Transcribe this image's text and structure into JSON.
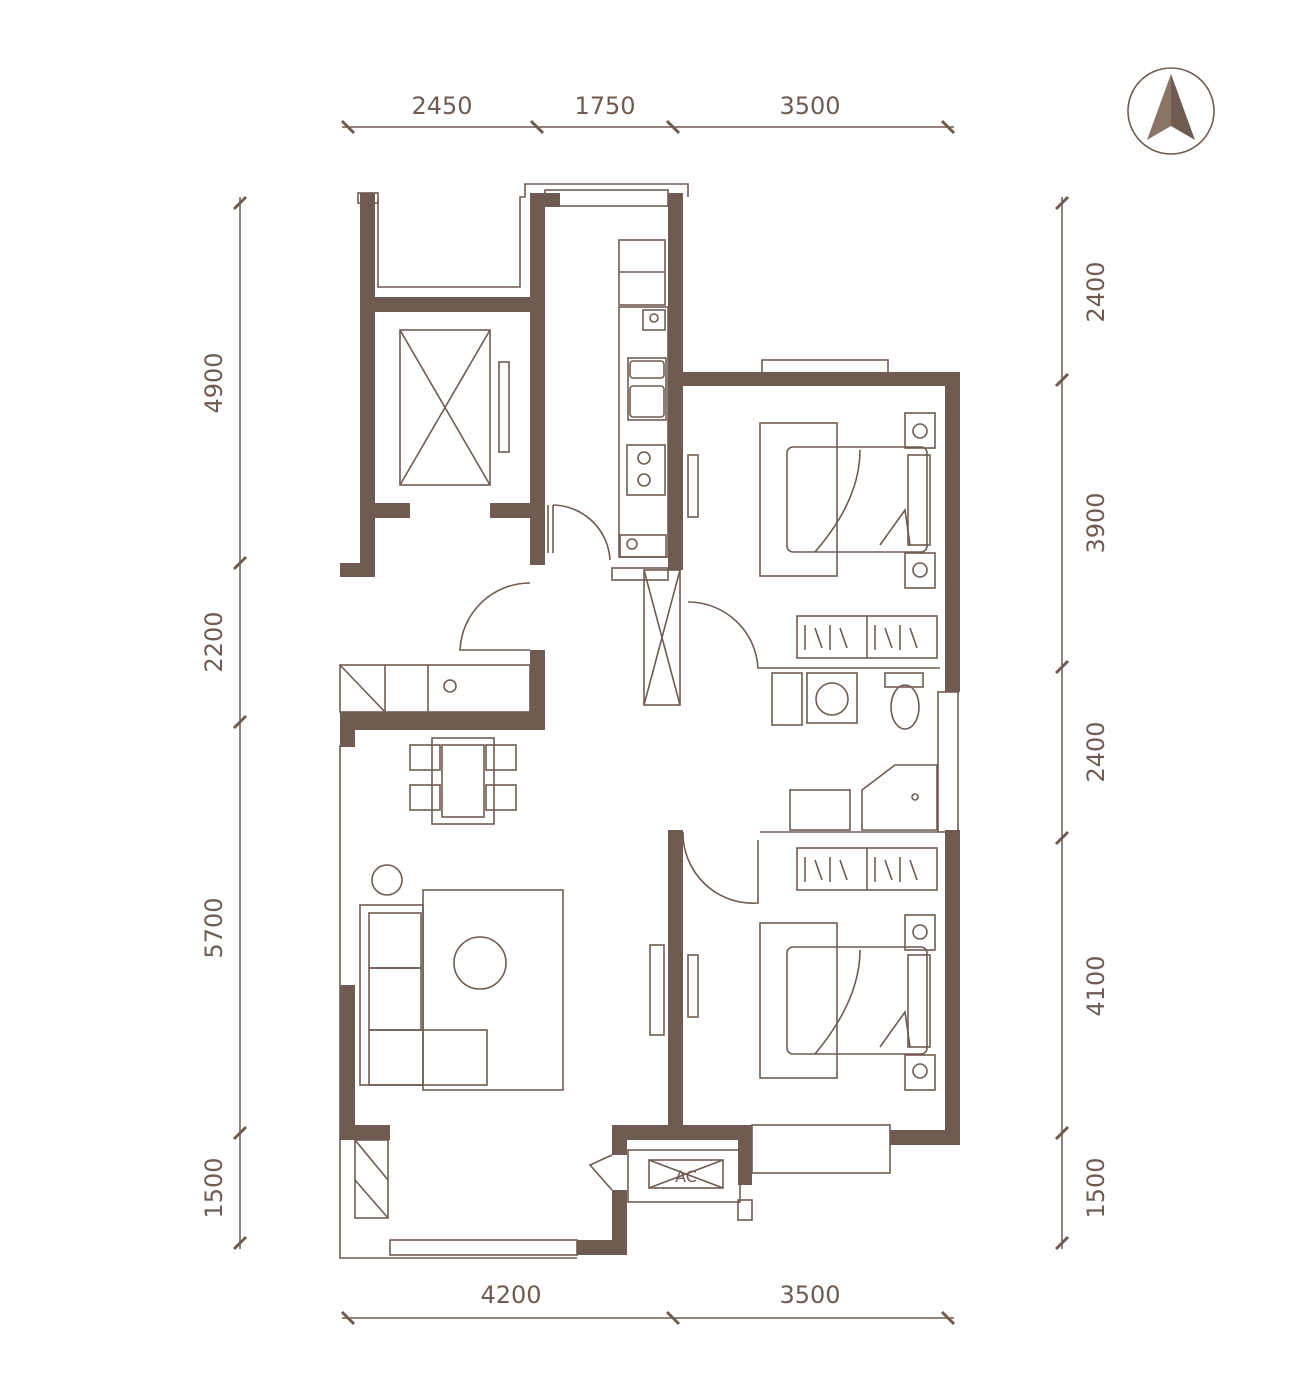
{
  "plan": {
    "dimensions": {
      "top": [
        "2450",
        "1750",
        "3500"
      ],
      "bottom": [
        "4200",
        "3500"
      ],
      "left": [
        "4900",
        "2200",
        "5700",
        "1500"
      ],
      "right": [
        "2400",
        "3900",
        "2400",
        "4100",
        "1500"
      ]
    },
    "ac_label": "AC",
    "colors": {
      "wall": "#6f5b51",
      "background": "#ffffff"
    },
    "compass_icon": "north-arrow"
  }
}
